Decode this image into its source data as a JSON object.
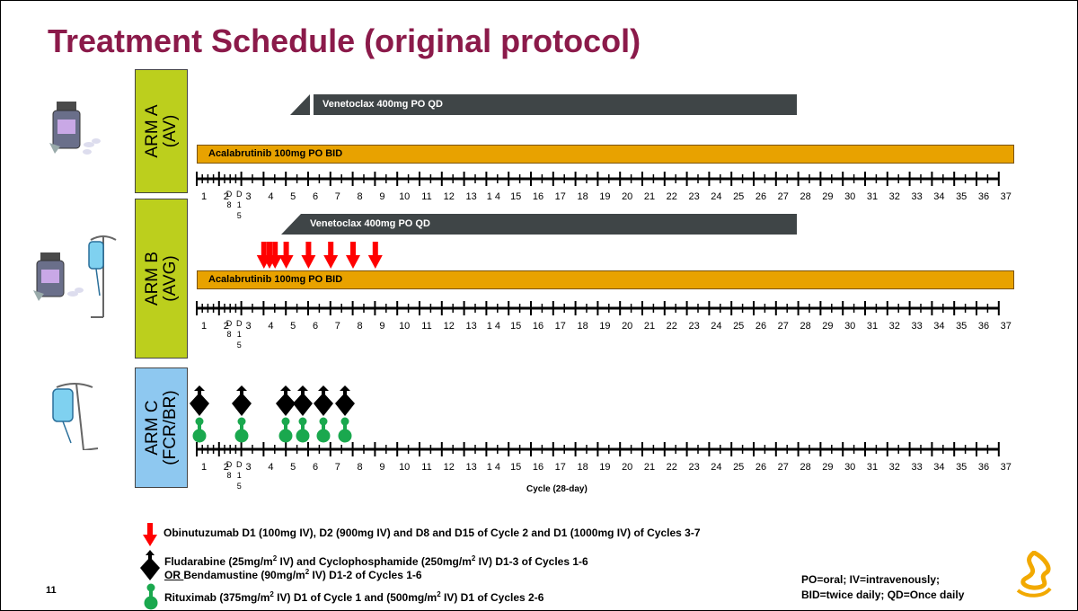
{
  "slide": {
    "title": "Treatment Schedule (original protocol)",
    "page_number": "11"
  },
  "arms": [
    {
      "label_line1": "ARM A",
      "label_line2": "(AV)",
      "color": "#bccf1d",
      "bars": [
        {
          "label": "Venetoclax 400mg PO QD",
          "color": "#3f4547"
        },
        {
          "label": "Acalabrutinib 100mg PO BID",
          "color": "#e8a200"
        }
      ]
    },
    {
      "label_line1": "ARM B",
      "label_line2": "(AVG)",
      "color": "#bccf1d",
      "bars": [
        {
          "label": "Venetoclax 400mg PO QD",
          "color": "#3f4547"
        },
        {
          "label": "Acalabrutinib 100mg PO BID",
          "color": "#e8a200"
        }
      ]
    },
    {
      "label_line1": "ARM C",
      "label_line2": "(FCR/BR)",
      "color": "#8ec8f0"
    }
  ],
  "timeline": {
    "cycle_labels": [
      "1",
      "2",
      "3",
      "4",
      "5",
      "6",
      "7",
      "8",
      "9",
      "10",
      "11",
      "12",
      "13",
      "1 4",
      "15",
      "16",
      "17",
      "18",
      "19",
      "20",
      "21",
      "22",
      "23",
      "24",
      "25",
      "26",
      "27",
      "28",
      "29",
      "30",
      "31",
      "32",
      "33",
      "34",
      "35",
      "36",
      "37"
    ],
    "day_labels": {
      "d8_top": "D",
      "d8_bottom": "8",
      "d15_top": "D",
      "d15_mid": "1",
      "d15_bottom": "5"
    },
    "axis_title": "Cycle (28-day)"
  },
  "markers": {
    "obinutuzumab_color": "#ff0000",
    "fc_br_color": "#000000",
    "rituximab_color": "#1aa84e",
    "obinutuzumab_cycles": [
      2,
      2.25,
      2.5,
      3,
      4,
      5,
      6,
      7
    ],
    "fc_br_cycles": [
      1,
      2,
      3,
      4,
      5,
      6
    ],
    "rituximab_cycles": [
      1,
      2,
      3,
      4,
      5,
      6
    ]
  },
  "legend": {
    "obinutuzumab": "Obinutuzumab D1 (100mg IV), D2 (900mg IV) and D8 and D15 of Cycle 2 and D1 (1000mg IV) of Cycles 3-7",
    "fludarabine_a": "Fludarabine (25mg/m",
    "fludarabine_sup": "2",
    "fludarabine_b": " IV) and Cyclophosphamide (250mg/m",
    "fludarabine_sup2": "2",
    "fludarabine_c": " IV) D1-3 of Cycles 1-6",
    "or_word": "OR ",
    "bendamustine_a": " Bendamustine (90mg/m",
    "bendamustine_sup": "2",
    "bendamustine_b": " IV) D1-2 of Cycles 1-6",
    "rituximab_a": "Rituximab (375mg/m",
    "rituximab_sup": "2",
    "rituximab_b": " IV) D1 of Cycle 1 and (500mg/m",
    "rituximab_sup2": "2",
    "rituximab_c": " IV) D1 of Cycles 2-6"
  },
  "abbreviations": {
    "line1": "PO=oral; IV=intravenously;",
    "line2": "BID=twice daily;  QD=Once daily"
  },
  "icons": [
    "pill-bottle-icon",
    "iv-bag-icon",
    "company-logo-icon"
  ]
}
